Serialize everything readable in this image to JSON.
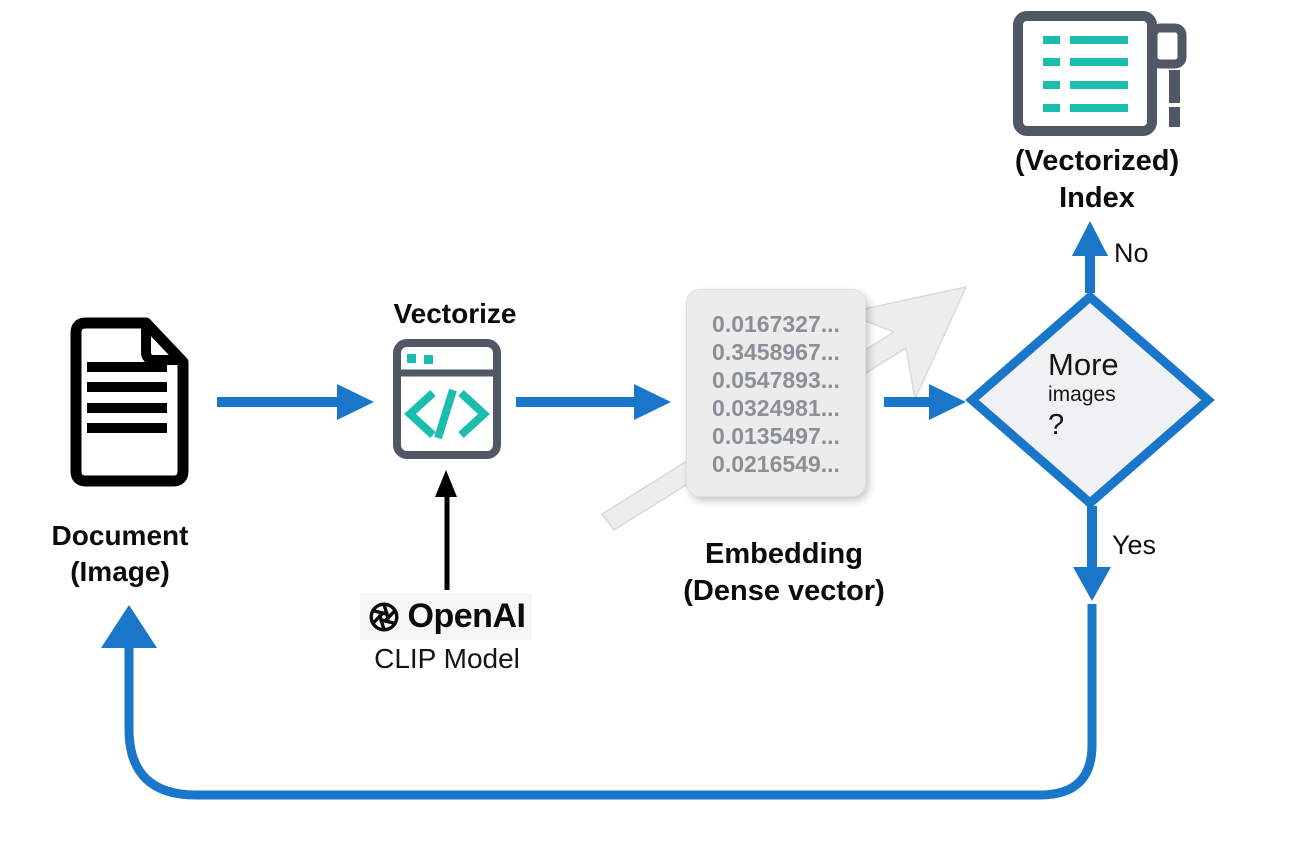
{
  "nodes": {
    "document": {
      "label_line1": "Document",
      "label_line2": "(Image)"
    },
    "vectorize": {
      "title": "Vectorize"
    },
    "model": {
      "brand": "OpenAI",
      "name": "CLIP Model"
    },
    "embedding": {
      "values": [
        "0.0167327...",
        "0.3458967...",
        "0.0547893...",
        "0.0324981...",
        "0.0135497...",
        "0.0216549..."
      ],
      "label_line1": "Embedding",
      "label_line2": "(Dense vector)"
    },
    "decision": {
      "line1": "More",
      "line2": "images",
      "line3": "?"
    },
    "index": {
      "label_line1": "(Vectorized)",
      "label_line2": "Index"
    }
  },
  "edges": {
    "no_label": "No",
    "yes_label": "Yes"
  },
  "icons": {
    "document": "document-icon",
    "vectorize": "code-window-icon",
    "index": "vectorized-index-icon",
    "overlay": "cursor-arrow-icon",
    "brand": "openai-logo-icon"
  },
  "colors": {
    "blue": "#1976C8",
    "teal": "#1CBDAD",
    "slate": "#515865",
    "node-fill": "#F0F1F2",
    "card-fill": "#ECECEC",
    "card-text": "#8B9096",
    "cursor-fill": "#EDEDED",
    "cursor-edge": "#DADADA",
    "highlight": "#F6F6F6"
  }
}
